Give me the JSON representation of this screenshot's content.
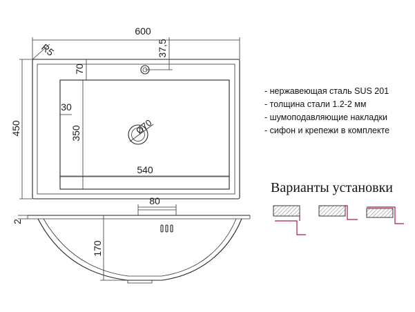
{
  "dimensions": {
    "overall_width": "600",
    "overall_height": "450",
    "corner_radius": "R5",
    "tap_hole_offset_right": "37,5",
    "tap_hole_offset_top": "70",
    "bowl_side_margin": "30",
    "bowl_depth_length": "350",
    "bowl_width": "540",
    "drain_diameter": "Ø70",
    "rim_thickness": "2",
    "drain_outlet_width": "80",
    "bowl_depth": "170"
  },
  "specs": [
    "- нержавеющая сталь SUS 201",
    "- толщина стали 1.2-2 мм",
    "- шумоподавляющие накладки",
    "- сифон и крепежи в комплекте"
  ],
  "install": {
    "title": "Варианты установки",
    "variants": [
      "variant-1",
      "variant-2",
      "variant-3"
    ]
  },
  "colors": {
    "line": "#333333",
    "install_accent": "#b0164a",
    "hatch": "#555555"
  }
}
